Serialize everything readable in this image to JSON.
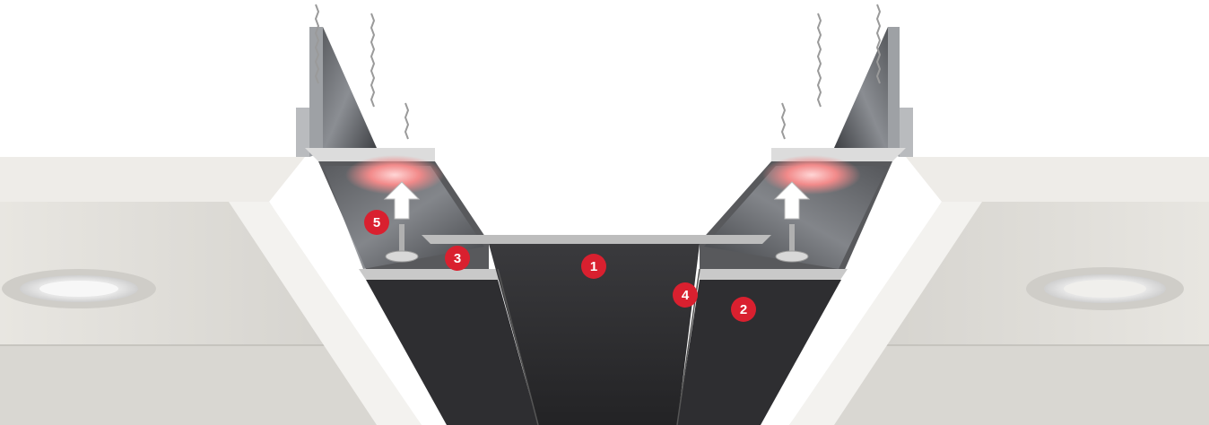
{
  "diagram": {
    "callouts": [
      {
        "id": "callout-1",
        "label": "1"
      },
      {
        "id": "callout-2",
        "label": "2"
      },
      {
        "id": "callout-3",
        "label": "3"
      },
      {
        "id": "callout-4",
        "label": "4"
      },
      {
        "id": "callout-5",
        "label": "5"
      }
    ],
    "colors": {
      "marker": "#d9202f",
      "marker_text": "#ffffff",
      "panel_dark": "#2a2a2c",
      "ceiling": "#e6e4df",
      "board_edge": "#d9d7d2",
      "glow": "#f28a8a"
    },
    "icons": [
      "arrow-up-icon",
      "screw-icon",
      "downlight-icon",
      "hanger-wire-icon"
    ]
  }
}
